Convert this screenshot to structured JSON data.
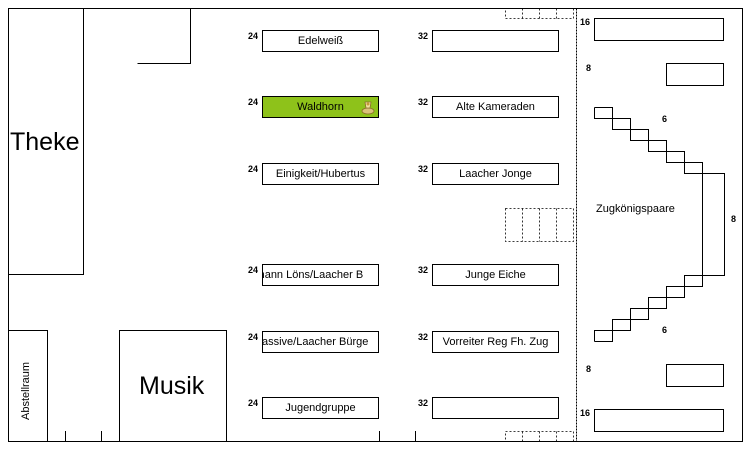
{
  "rooms": {
    "bar": "Theke",
    "music": "Musik",
    "storage": "Abstellraum",
    "royal_couples": "Zugkönigspaare"
  },
  "left_tables": [
    {
      "seats": "24",
      "name": "Edelweiß",
      "highlighted": false
    },
    {
      "seats": "24",
      "name": "Waldhorn",
      "highlighted": true
    },
    {
      "seats": "24",
      "name": "Einigkeit/Hubertus",
      "highlighted": false
    },
    {
      "seats": "24",
      "name": "Hermann Löns/Laacher B",
      "highlighted": false
    },
    {
      "seats": "24",
      "name": "Passive/Laacher Bürge",
      "highlighted": false
    },
    {
      "seats": "24",
      "name": "Jugendgruppe",
      "highlighted": false
    }
  ],
  "right_tables": [
    {
      "seats": "32",
      "name": ""
    },
    {
      "seats": "32",
      "name": "Alte Kameraden"
    },
    {
      "seats": "32",
      "name": "Laacher Jonge"
    },
    {
      "seats": "32",
      "name": "Junge Eiche"
    },
    {
      "seats": "32",
      "name": "Vorreiter Reg Fh. Zug"
    },
    {
      "seats": "32",
      "name": ""
    }
  ],
  "far_right": {
    "top_long_seats": "16",
    "top_short_seats": "8",
    "bottom_short_seats": "8",
    "bottom_long_seats": "16",
    "stair_top_seats": "6",
    "stair_bottom_seats": "6",
    "side_seats": "8"
  },
  "colors": {
    "highlight": "#8ec21a",
    "lines": "#000000"
  },
  "icons": {
    "highlight_marker": "trophy-icon"
  }
}
